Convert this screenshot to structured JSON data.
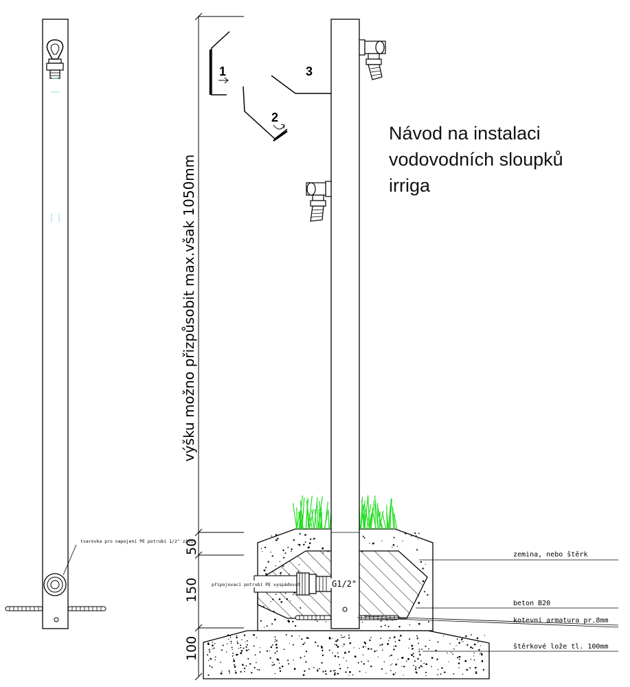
{
  "title": {
    "line1": "Návod na instalaci",
    "line2": "vodovodních sloupků",
    "line3": "irriga"
  },
  "steps": {
    "s1": "1",
    "s2": "2",
    "s3": "3"
  },
  "dimensions": {
    "height": "výšku možno přizpůsobit max.však 1050mm",
    "d50": "50",
    "d150": "150",
    "d100": "100"
  },
  "labels": {
    "fitting": "tvarovka pro napojení PE potrubí 1/2\" závit",
    "pipe": "připojovací potrubí PE vyspádovat",
    "thread": "G1/2\"",
    "soil": "zemina, nebo štěrk",
    "concrete": "beton B20",
    "rebar": "kotevní armatura pr.8mm",
    "gravel": "štěrkové lože tl. 100mm"
  },
  "colors": {
    "line": "#000000",
    "grass": "#22dd22"
  }
}
